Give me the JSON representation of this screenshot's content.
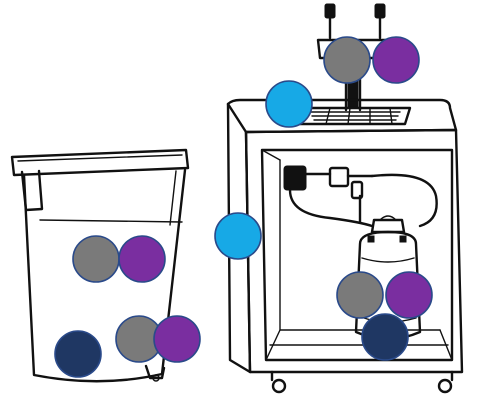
{
  "marker_colors": {
    "gray": "#7a7a7a",
    "purple": "#7a2ea0",
    "light_blue": "#17a9e6",
    "navy": "#1f3763",
    "outline": "#2a4a8a"
  },
  "markers": [
    {
      "group": "tap-handles",
      "color": "gray"
    },
    {
      "group": "tap-handles",
      "color": "purple"
    },
    {
      "group": "drip-tray",
      "color": "light_blue"
    },
    {
      "group": "cabinet-side",
      "color": "light_blue"
    },
    {
      "group": "bin-middle",
      "color": "gray"
    },
    {
      "group": "bin-middle",
      "color": "purple"
    },
    {
      "group": "bin-lower",
      "color": "navy"
    },
    {
      "group": "bin-lower",
      "color": "gray"
    },
    {
      "group": "bin-lower",
      "color": "purple"
    },
    {
      "group": "tank",
      "color": "gray"
    },
    {
      "group": "tank",
      "color": "purple"
    },
    {
      "group": "tank",
      "color": "navy"
    }
  ]
}
